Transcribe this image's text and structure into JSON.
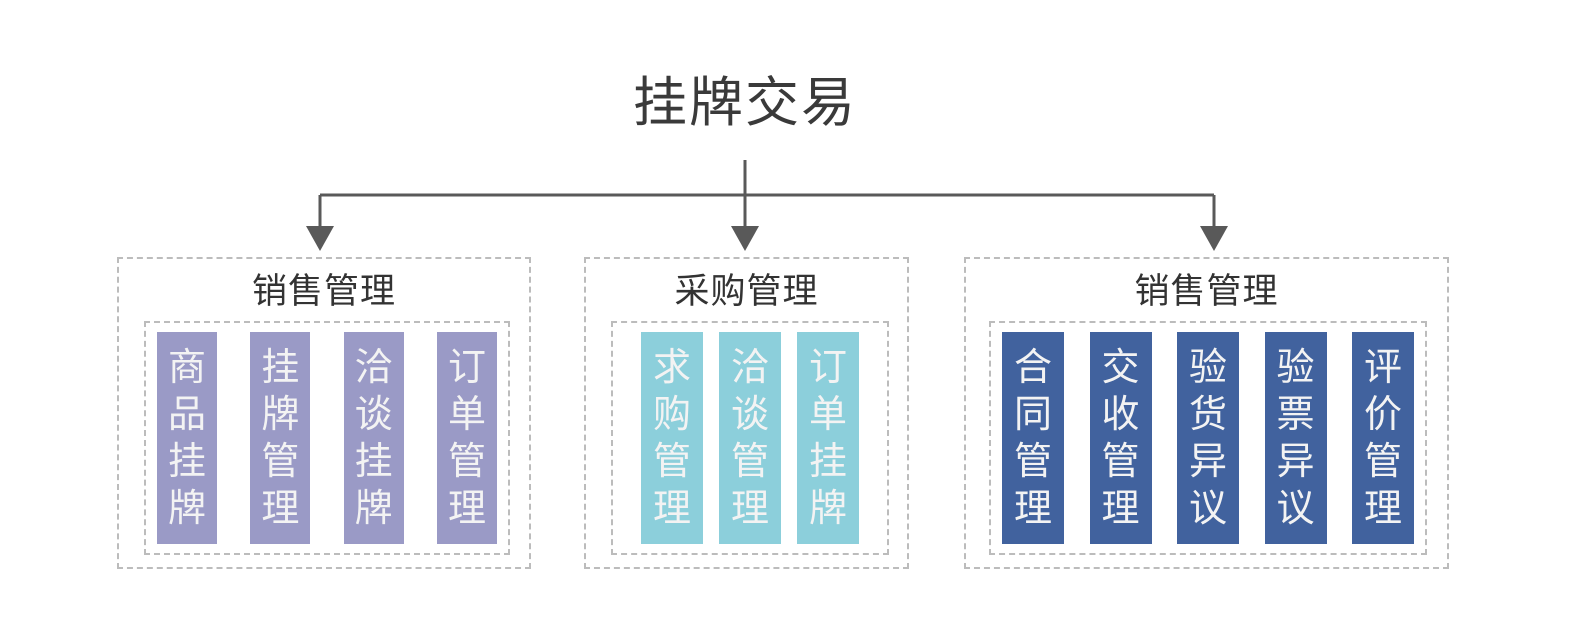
{
  "diagram": {
    "root": {
      "title": "挂牌交易"
    },
    "connector": {
      "line_color": "#595959",
      "arrow_color": "#595959"
    },
    "groups": [
      {
        "id": "group-0",
        "title": "销售管理",
        "accent": "#9a9ac6",
        "text_color": "#f3f3f3",
        "items": [
          {
            "label": "商品挂牌"
          },
          {
            "label": "挂牌管理"
          },
          {
            "label": "洽谈挂牌"
          },
          {
            "label": "订单管理"
          }
        ]
      },
      {
        "id": "group-1",
        "title": "采购管理",
        "accent": "#8ccfdb",
        "text_color": "#f3f3f3",
        "items": [
          {
            "label": "求购管理"
          },
          {
            "label": "洽谈管理"
          },
          {
            "label": "订单挂牌"
          }
        ]
      },
      {
        "id": "group-2",
        "title": "销售管理",
        "accent": "#41629e",
        "text_color": "#f3f3f3",
        "items": [
          {
            "label": "合同管理"
          },
          {
            "label": "交收管理"
          },
          {
            "label": "验货异议"
          },
          {
            "label": "验票异议"
          },
          {
            "label": "评价管理"
          }
        ]
      }
    ]
  }
}
